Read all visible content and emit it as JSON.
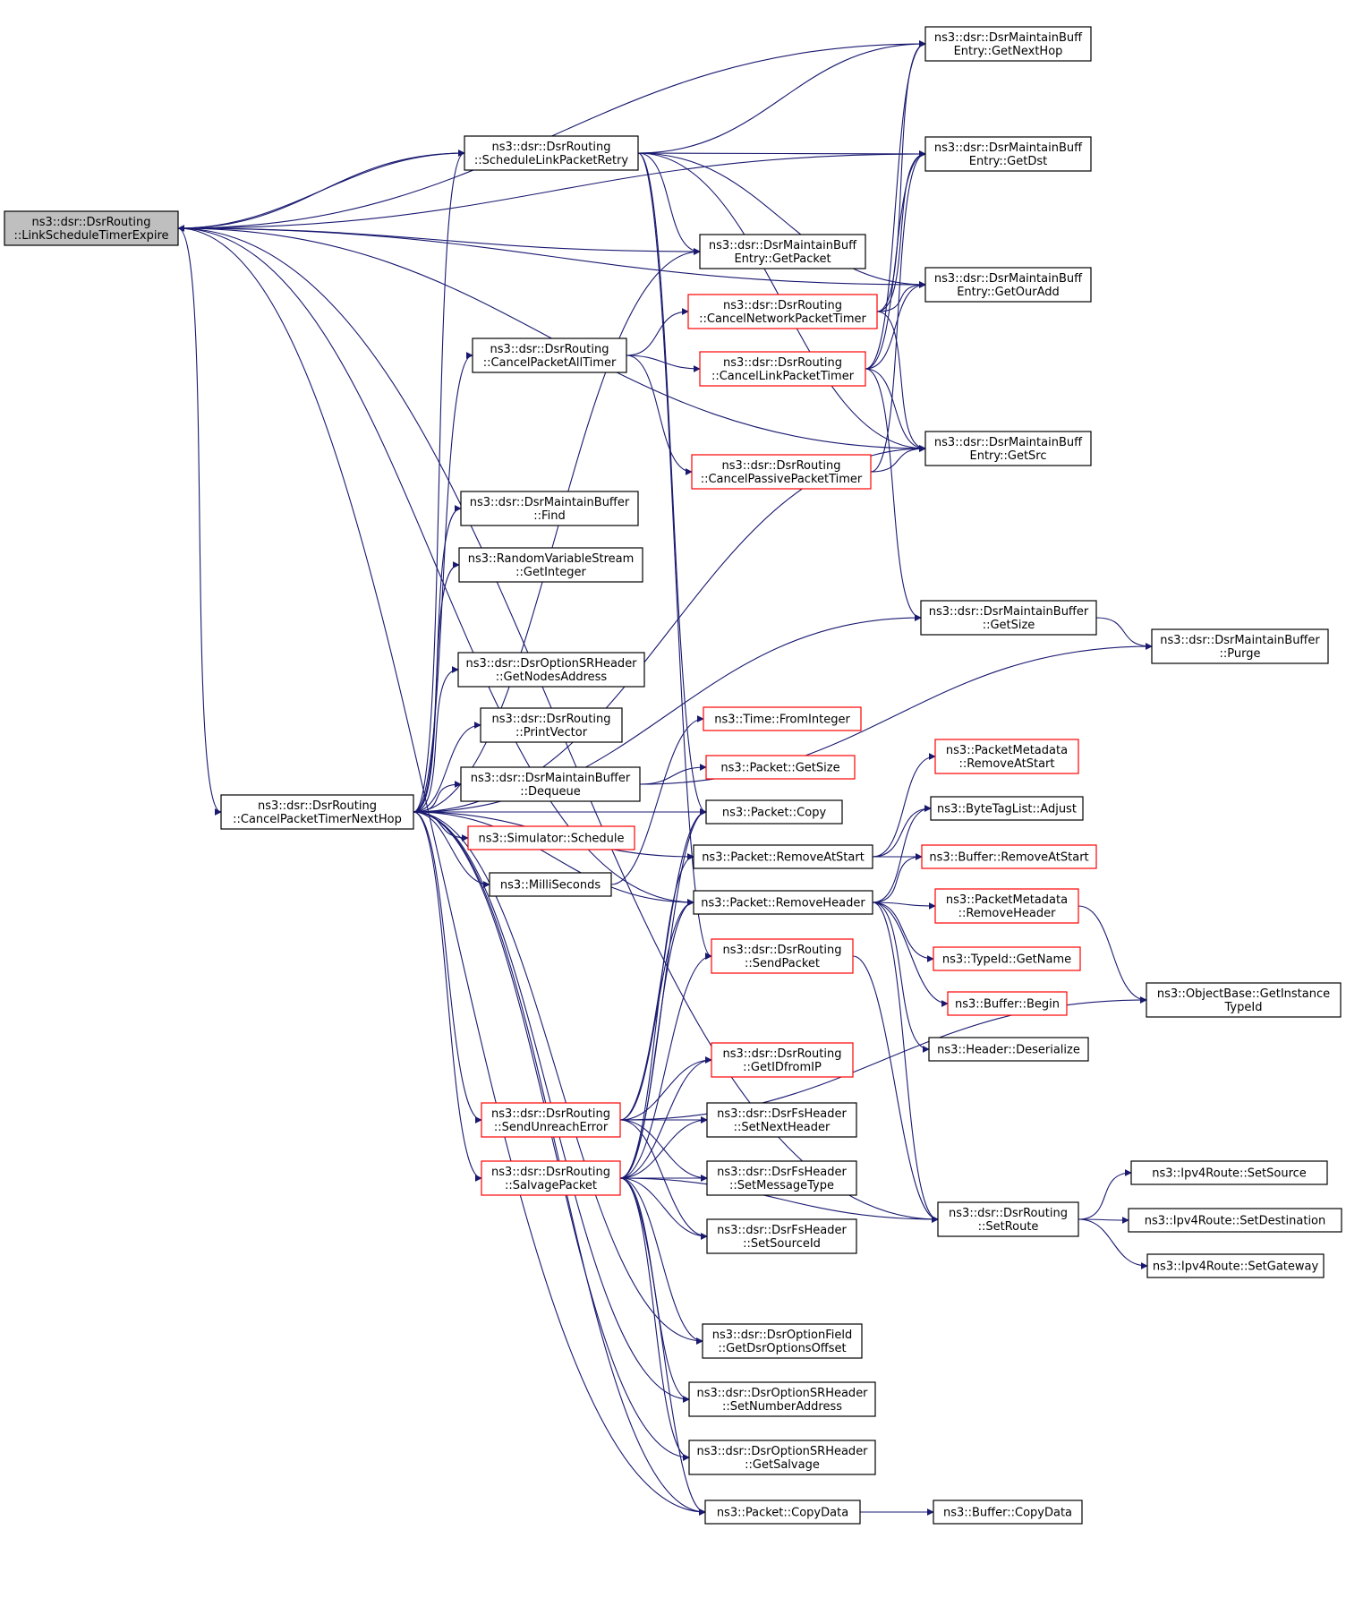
{
  "colors": {
    "edge": "#191970",
    "node_border": "#000000",
    "node_border_truncated": "#ff0000",
    "node_fill": "#ffffff",
    "root_fill": "#bfbfbf"
  },
  "nodes": [
    {
      "id": "n0",
      "lines": [
        "ns3::dsr::DsrRouting",
        "::LinkScheduleTimerExpire"
      ],
      "style": "root"
    },
    {
      "id": "n1",
      "lines": [
        "ns3::dsr::DsrMaintainBuff",
        "Entry::GetNextHop"
      ],
      "style": "normal"
    },
    {
      "id": "n2",
      "lines": [
        "ns3::dsr::DsrRouting",
        "::ScheduleLinkPacketRetry"
      ],
      "style": "normal"
    },
    {
      "id": "n3",
      "lines": [
        "ns3::dsr::DsrMaintainBuff",
        "Entry::GetDst"
      ],
      "style": "normal"
    },
    {
      "id": "n4",
      "lines": [
        "ns3::dsr::DsrMaintainBuff",
        "Entry::GetPacket"
      ],
      "style": "normal"
    },
    {
      "id": "n5",
      "lines": [
        "ns3::dsr::DsrMaintainBuff",
        "Entry::GetOurAdd"
      ],
      "style": "normal"
    },
    {
      "id": "n6",
      "lines": [
        "ns3::dsr::DsrRouting",
        "::CancelNetworkPacketTimer"
      ],
      "style": "truncated"
    },
    {
      "id": "n7",
      "lines": [
        "ns3::dsr::DsrRouting",
        "::CancelPacketAllTimer"
      ],
      "style": "normal"
    },
    {
      "id": "n8",
      "lines": [
        "ns3::dsr::DsrRouting",
        "::CancelLinkPacketTimer"
      ],
      "style": "truncated"
    },
    {
      "id": "n9",
      "lines": [
        "ns3::dsr::DsrMaintainBuff",
        "Entry::GetSrc"
      ],
      "style": "normal"
    },
    {
      "id": "n10",
      "lines": [
        "ns3::dsr::DsrRouting",
        "::CancelPassivePacketTimer"
      ],
      "style": "truncated"
    },
    {
      "id": "n11",
      "lines": [
        "ns3::dsr::DsrMaintainBuffer",
        "::Find"
      ],
      "style": "normal"
    },
    {
      "id": "n12",
      "lines": [
        "ns3::RandomVariableStream",
        "::GetInteger"
      ],
      "style": "normal"
    },
    {
      "id": "n13",
      "lines": [
        "ns3::dsr::DsrMaintainBuffer",
        "::GetSize"
      ],
      "style": "normal"
    },
    {
      "id": "n14",
      "lines": [
        "ns3::dsr::DsrMaintainBuffer",
        "::Purge"
      ],
      "style": "normal"
    },
    {
      "id": "n15",
      "lines": [
        "ns3::dsr::DsrOptionSRHeader",
        "::GetNodesAddress"
      ],
      "style": "normal"
    },
    {
      "id": "n16",
      "lines": [
        "ns3::dsr::DsrRouting",
        "::PrintVector"
      ],
      "style": "normal"
    },
    {
      "id": "n17",
      "lines": [
        "ns3::Time::FromInteger"
      ],
      "style": "truncated"
    },
    {
      "id": "n18",
      "lines": [
        "ns3::PacketMetadata",
        "::RemoveAtStart"
      ],
      "style": "truncated"
    },
    {
      "id": "n19",
      "lines": [
        "ns3::dsr::DsrMaintainBuffer",
        "::Dequeue"
      ],
      "style": "normal"
    },
    {
      "id": "n20",
      "lines": [
        "ns3::Packet::GetSize"
      ],
      "style": "truncated"
    },
    {
      "id": "n21",
      "lines": [
        "ns3::dsr::DsrRouting",
        "::CancelPacketTimerNextHop"
      ],
      "style": "normal"
    },
    {
      "id": "n22",
      "lines": [
        "ns3::ByteTagList::Adjust"
      ],
      "style": "normal"
    },
    {
      "id": "n23",
      "lines": [
        "ns3::Packet::Copy"
      ],
      "style": "normal"
    },
    {
      "id": "n24",
      "lines": [
        "ns3::Simulator::Schedule"
      ],
      "style": "truncated"
    },
    {
      "id": "n25",
      "lines": [
        "ns3::Packet::RemoveAtStart"
      ],
      "style": "normal"
    },
    {
      "id": "n26",
      "lines": [
        "ns3::Buffer::RemoveAtStart"
      ],
      "style": "truncated"
    },
    {
      "id": "n27",
      "lines": [
        "ns3::MilliSeconds"
      ],
      "style": "normal"
    },
    {
      "id": "n28",
      "lines": [
        "ns3::Packet::RemoveHeader"
      ],
      "style": "normal"
    },
    {
      "id": "n29",
      "lines": [
        "ns3::PacketMetadata",
        "::RemoveHeader"
      ],
      "style": "truncated"
    },
    {
      "id": "n30",
      "lines": [
        "ns3::dsr::DsrRouting",
        "::SendPacket"
      ],
      "style": "truncated"
    },
    {
      "id": "n31",
      "lines": [
        "ns3::TypeId::GetName"
      ],
      "style": "truncated"
    },
    {
      "id": "n32",
      "lines": [
        "ns3::ObjectBase::GetInstance",
        "TypeId"
      ],
      "style": "normal"
    },
    {
      "id": "n33",
      "lines": [
        "ns3::Buffer::Begin"
      ],
      "style": "truncated"
    },
    {
      "id": "n34",
      "lines": [
        "ns3::Header::Deserialize"
      ],
      "style": "normal"
    },
    {
      "id": "n35",
      "lines": [
        "ns3::dsr::DsrRouting",
        "::GetIDfromIP"
      ],
      "style": "truncated"
    },
    {
      "id": "n36",
      "lines": [
        "ns3::dsr::DsrRouting",
        "::SendUnreachError"
      ],
      "style": "truncated"
    },
    {
      "id": "n37",
      "lines": [
        "ns3::dsr::DsrFsHeader",
        "::SetNextHeader"
      ],
      "style": "normal"
    },
    {
      "id": "n38",
      "lines": [
        "ns3::dsr::DsrRouting",
        "::SalvagePacket"
      ],
      "style": "truncated"
    },
    {
      "id": "n39",
      "lines": [
        "ns3::dsr::DsrFsHeader",
        "::SetMessageType"
      ],
      "style": "normal"
    },
    {
      "id": "n40",
      "lines": [
        "ns3::Ipv4Route::SetSource"
      ],
      "style": "normal"
    },
    {
      "id": "n41",
      "lines": [
        "ns3::dsr::DsrRouting",
        "::SetRoute"
      ],
      "style": "normal"
    },
    {
      "id": "n42",
      "lines": [
        "ns3::Ipv4Route::SetDestination"
      ],
      "style": "normal"
    },
    {
      "id": "n43",
      "lines": [
        "ns3::dsr::DsrFsHeader",
        "::SetSourceId"
      ],
      "style": "normal"
    },
    {
      "id": "n44",
      "lines": [
        "ns3::Ipv4Route::SetGateway"
      ],
      "style": "normal"
    },
    {
      "id": "n45",
      "lines": [
        "ns3::dsr::DsrOptionField",
        "::GetDsrOptionsOffset"
      ],
      "style": "normal"
    },
    {
      "id": "n46",
      "lines": [
        "ns3::dsr::DsrOptionSRHeader",
        "::SetNumberAddress"
      ],
      "style": "normal"
    },
    {
      "id": "n47",
      "lines": [
        "ns3::dsr::DsrOptionSRHeader",
        "::GetSalvage"
      ],
      "style": "normal"
    },
    {
      "id": "n48",
      "lines": [
        "ns3::Packet::CopyData"
      ],
      "style": "normal"
    },
    {
      "id": "n49",
      "lines": [
        "ns3::Buffer::CopyData"
      ],
      "style": "normal"
    }
  ],
  "edges": [
    [
      "n0",
      "n1"
    ],
    [
      "n0",
      "n2"
    ],
    [
      "n0",
      "n3"
    ],
    [
      "n0",
      "n4"
    ],
    [
      "n0",
      "n5"
    ],
    [
      "n0",
      "n9"
    ],
    [
      "n0",
      "n21"
    ],
    [
      "n0",
      "n28"
    ],
    [
      "n0",
      "n48"
    ],
    [
      "n0",
      "n41"
    ],
    [
      "n2",
      "n0"
    ],
    [
      "n2",
      "n1"
    ],
    [
      "n2",
      "n3"
    ],
    [
      "n2",
      "n4"
    ],
    [
      "n2",
      "n5"
    ],
    [
      "n2",
      "n9"
    ],
    [
      "n2",
      "n23"
    ],
    [
      "n2",
      "n30"
    ],
    [
      "n6",
      "n1"
    ],
    [
      "n6",
      "n3"
    ],
    [
      "n6",
      "n5"
    ],
    [
      "n6",
      "n9"
    ],
    [
      "n7",
      "n6"
    ],
    [
      "n7",
      "n8"
    ],
    [
      "n7",
      "n10"
    ],
    [
      "n8",
      "n1"
    ],
    [
      "n8",
      "n3"
    ],
    [
      "n8",
      "n5"
    ],
    [
      "n8",
      "n9"
    ],
    [
      "n8",
      "n13"
    ],
    [
      "n10",
      "n3"
    ],
    [
      "n10",
      "n9"
    ],
    [
      "n13",
      "n14"
    ],
    [
      "n19",
      "n14"
    ],
    [
      "n19",
      "n20"
    ],
    [
      "n21",
      "n2"
    ],
    [
      "n21",
      "n4"
    ],
    [
      "n21",
      "n7"
    ],
    [
      "n21",
      "n9"
    ],
    [
      "n21",
      "n11"
    ],
    [
      "n21",
      "n12"
    ],
    [
      "n21",
      "n13"
    ],
    [
      "n21",
      "n15"
    ],
    [
      "n21",
      "n16"
    ],
    [
      "n21",
      "n19"
    ],
    [
      "n21",
      "n24"
    ],
    [
      "n21",
      "n27"
    ],
    [
      "n21",
      "n23"
    ],
    [
      "n21",
      "n25"
    ],
    [
      "n21",
      "n28"
    ],
    [
      "n21",
      "n36"
    ],
    [
      "n21",
      "n38"
    ],
    [
      "n21",
      "n45"
    ],
    [
      "n21",
      "n46"
    ],
    [
      "n21",
      "n47"
    ],
    [
      "n21",
      "n48"
    ],
    [
      "n25",
      "n18"
    ],
    [
      "n25",
      "n22"
    ],
    [
      "n25",
      "n26"
    ],
    [
      "n27",
      "n17"
    ],
    [
      "n28",
      "n22"
    ],
    [
      "n28",
      "n26"
    ],
    [
      "n28",
      "n29"
    ],
    [
      "n28",
      "n31"
    ],
    [
      "n28",
      "n33"
    ],
    [
      "n28",
      "n34"
    ],
    [
      "n28",
      "n41"
    ],
    [
      "n29",
      "n32"
    ],
    [
      "n30",
      "n41"
    ],
    [
      "n36",
      "n23"
    ],
    [
      "n36",
      "n28"
    ],
    [
      "n36",
      "n32"
    ],
    [
      "n36",
      "n35"
    ],
    [
      "n36",
      "n37"
    ],
    [
      "n36",
      "n39"
    ],
    [
      "n36",
      "n43"
    ],
    [
      "n38",
      "n23"
    ],
    [
      "n38",
      "n25"
    ],
    [
      "n38",
      "n28"
    ],
    [
      "n38",
      "n30"
    ],
    [
      "n38",
      "n35"
    ],
    [
      "n38",
      "n37"
    ],
    [
      "n38",
      "n39"
    ],
    [
      "n38",
      "n43"
    ],
    [
      "n38",
      "n41"
    ],
    [
      "n38",
      "n45"
    ],
    [
      "n38",
      "n46"
    ],
    [
      "n38",
      "n47"
    ],
    [
      "n38",
      "n48"
    ],
    [
      "n41",
      "n40"
    ],
    [
      "n41",
      "n42"
    ],
    [
      "n41",
      "n44"
    ],
    [
      "n48",
      "n49"
    ]
  ]
}
